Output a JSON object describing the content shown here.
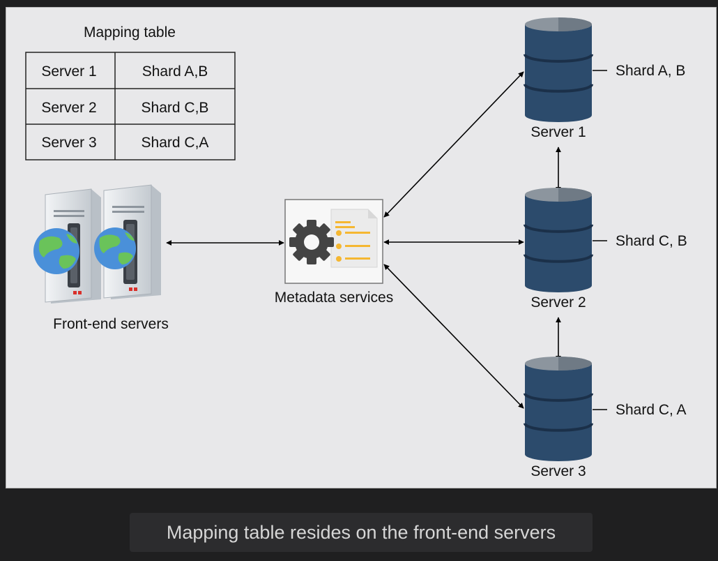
{
  "mapping_table": {
    "title": "Mapping table",
    "rows": [
      {
        "server": "Server 1",
        "shards": "Shard A,B"
      },
      {
        "server": "Server 2",
        "shards": "Shard C,B"
      },
      {
        "server": "Server 3",
        "shards": "Shard C,A"
      }
    ]
  },
  "front_end": {
    "label": "Front-end servers"
  },
  "metadata": {
    "label": "Metadata services"
  },
  "servers": [
    {
      "label": "Server 1",
      "shard": "Shard A, B"
    },
    {
      "label": "Server 2",
      "shard": "Shard C, B"
    },
    {
      "label": "Server 3",
      "shard": "Shard C, A"
    }
  ],
  "caption": "Mapping table resides on the front-end servers",
  "colors": {
    "canvas": "#e8e8ea",
    "db_body": "#2c4b6c",
    "db_top": "#8c959e",
    "gear": "#444444",
    "doc_lines": "#f5b731",
    "globe_ocean": "#4a90d9",
    "globe_land": "#6ac35a"
  }
}
